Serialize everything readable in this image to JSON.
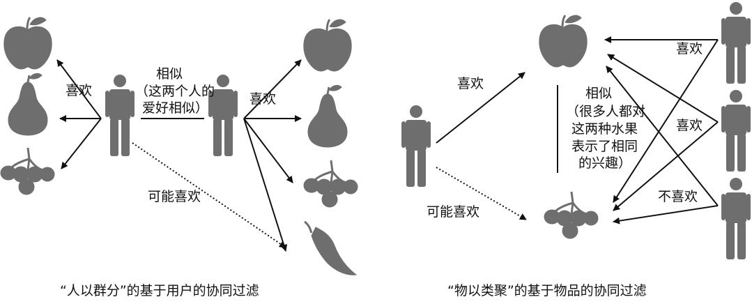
{
  "left_panel": {
    "like_label": "喜欢",
    "similar_title": "相似",
    "similar_note_lines": [
      "（这两个人的",
      "爱好相似）"
    ],
    "like_label_right": "喜欢",
    "maybe_like_label": "可能喜欢",
    "caption": "“人以群分”的基于用户的协同过滤"
  },
  "right_panel": {
    "like_label": "喜欢",
    "maybe_like_label": "可能喜欢",
    "similar_title": "相似",
    "similar_note_lines": [
      "（很多人都对",
      "这两种水果",
      "表示了相同",
      "的兴趣）"
    ],
    "user1_label": "喜欢",
    "user2_label": "喜欢",
    "user3_label": "不喜欢",
    "caption": "“物以类聚”的基于物品的协同过滤"
  },
  "colors": {
    "icon_fill": "#6e6e6e",
    "arrow": "#111111"
  }
}
